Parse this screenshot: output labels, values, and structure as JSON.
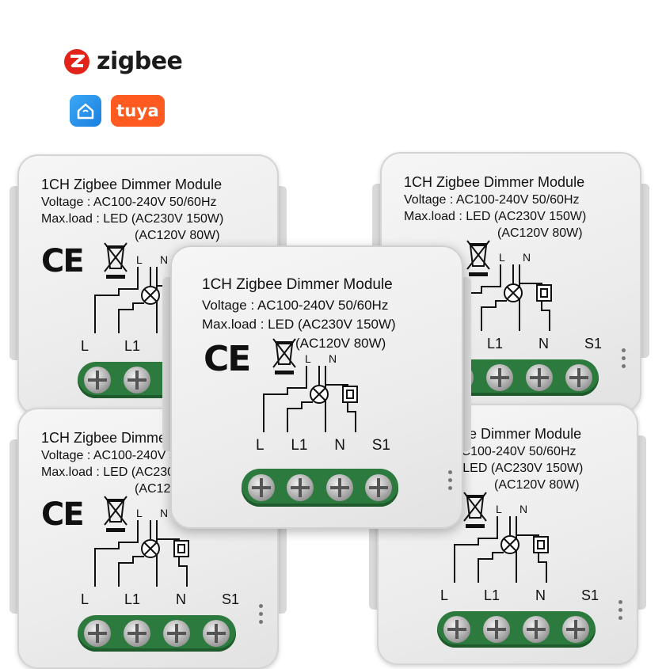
{
  "brand": {
    "protocol": "zigbee",
    "app_tuya": "tuya"
  },
  "product": {
    "title": "1CH Zigbee Dimmer Module",
    "voltage": "Voltage : AC100-240V 50/60Hz",
    "maxload": "Max.load : LED (AC230V 150W)",
    "maxload2": "(AC120V 80W)",
    "terminals": [
      "L",
      "L1",
      "N",
      "S1"
    ],
    "diagram_labels": {
      "l": "L",
      "n": "N"
    }
  },
  "colors": {
    "zigbee_red": "#e2231a",
    "tuya_orange": "#ff5a1f",
    "terminal_green": "#2d7a3e"
  },
  "icons": [
    "zigbee-logo-icon",
    "smart-life-home-icon",
    "ce-mark-icon",
    "weee-bin-icon",
    "lamp-icon",
    "switch-icon",
    "screw-icon"
  ]
}
